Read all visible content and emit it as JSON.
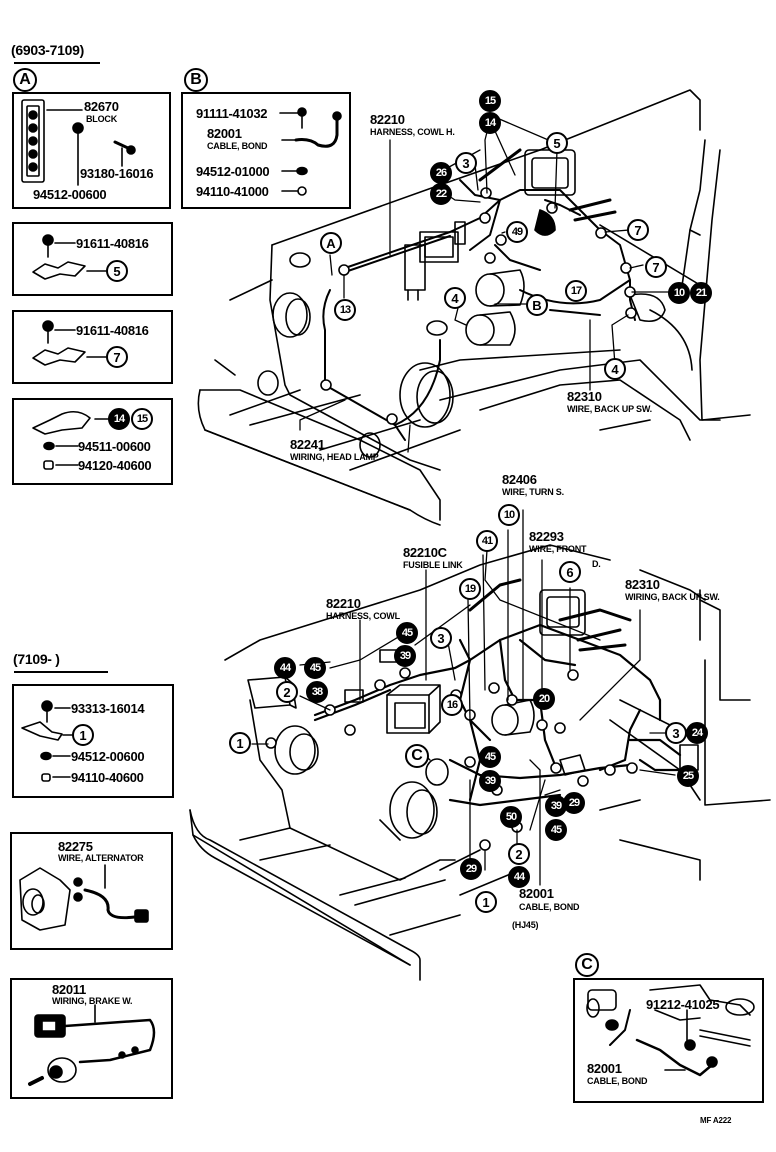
{
  "sections": {
    "early": "(6903-7109)",
    "late": "(7109-      )"
  },
  "insets": {
    "A": {
      "letter": "A",
      "block_pn": "82670",
      "block_desc": "BLOCK",
      "screw_pn": "93180-16016",
      "washer_pn": "94512-00600"
    },
    "B": {
      "letter": "B",
      "bolt_pn": "91111-41032",
      "cable_pn": "82001",
      "cable_desc": "CABLE, BOND",
      "washer_pn": "94512-01000",
      "nut_pn": "94110-41000"
    },
    "clamp5": {
      "bolt_pn": "91611-40816",
      "callout": "5"
    },
    "clamp7": {
      "bolt_pn": "91611-40816",
      "callout": "7"
    },
    "clamp1415": {
      "callout_a": "14",
      "callout_b": "15",
      "washer_pn": "94511-00600",
      "nut_pn": "94120-40600"
    },
    "late_clamp": {
      "bolt_pn": "93313-16014",
      "callout": "1",
      "washer_pn": "94512-00600",
      "nut_pn": "94110-40600"
    },
    "alternator": {
      "pn": "82275",
      "desc": "WIRE, ALTERNATOR"
    },
    "brake": {
      "pn": "82011",
      "desc": "WIRING, BRAKE W."
    },
    "C": {
      "letter": "C",
      "bolt_pn": "91212-41025",
      "cable_pn": "82001",
      "cable_desc": "CABLE, BOND"
    }
  },
  "upper_diagram": {
    "labels": {
      "harness_pn": "82210",
      "harness_desc": "HARNESS, COWL H.",
      "headlamp_pn": "82241",
      "headlamp_desc": "WIRING, HEAD LAMP",
      "backup_pn": "82310",
      "backup_desc": "WIRE, BACK UP SW."
    },
    "callouts": [
      "15",
      "14",
      "3",
      "26",
      "22",
      "5",
      "49",
      "7",
      "7",
      "10",
      "21",
      "17",
      "4",
      "4",
      "13",
      "A",
      "B"
    ]
  },
  "lower_diagram": {
    "labels": {
      "turn_pn": "82406",
      "turn_desc": "WIRE, TURN S.",
      "front_pn": "82293",
      "front_desc": "WIRE, FRONT",
      "front_desc2": "D.",
      "fusible_pn": "82210C",
      "fusible_desc": "FUSIBLE LINK",
      "cowl_pn": "82210",
      "cowl_desc": "HARNESS, COWL",
      "backup_pn": "82310",
      "backup_desc": "WIRING, BACK UP SW.",
      "bond_pn": "82001",
      "bond_desc": "CABLE, BOND",
      "bond_note": "(HJ45)"
    },
    "callouts": [
      "10",
      "41",
      "19",
      "6",
      "45",
      "3",
      "44",
      "45",
      "39",
      "2",
      "38",
      "1",
      "16",
      "20",
      "C",
      "45",
      "39",
      "3",
      "24",
      "25",
      "50",
      "29",
      "29",
      "2",
      "44",
      "1",
      "45"
    ]
  },
  "footer": {
    "code": "MF  A222"
  }
}
